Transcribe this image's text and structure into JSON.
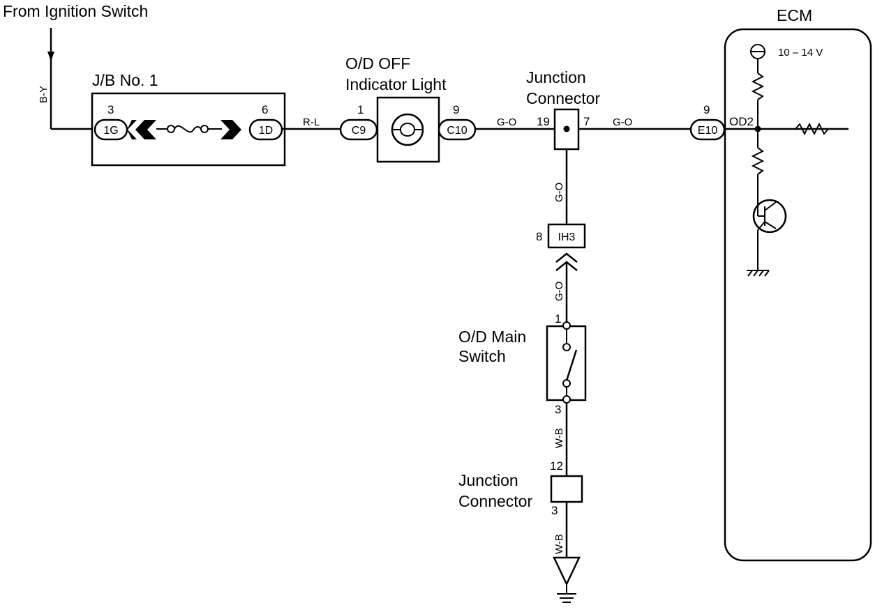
{
  "labels": {
    "from_ignition": "From Ignition Switch",
    "ecm": "ECM",
    "jb_title": "J/B No. 1",
    "od_off_line1": "O/D OFF",
    "od_off_line2": "Indicator Light",
    "junction_top_line1": "Junction",
    "junction_top_line2": "Connector",
    "od_main_line1": "O/D Main",
    "od_main_line2": "Switch",
    "junction_bottom_line1": "Junction",
    "junction_bottom_line2": "Connector",
    "voltage": "10 – 14 V",
    "od2": "OD2"
  },
  "wires": {
    "b_y": "B-Y",
    "r_l": "R-L",
    "g_o_1": "G-O",
    "g_o_2": "G-O",
    "g_o_vert_1": "G-O",
    "g_o_vert_2": "G-O",
    "w_b_1": "W-B",
    "w_b_2": "W-B"
  },
  "connectors": {
    "c_1g": "1G",
    "c_1d": "1D",
    "c_c9": "C9",
    "c_c10": "C10",
    "c_e10": "E10",
    "c_ih3": "IH3"
  },
  "pins": {
    "p_3_jb": "3",
    "p_6_jb": "6",
    "p_1_c9": "1",
    "p_9_c10": "9",
    "p_19": "19",
    "p_7": "7",
    "p_9_e10": "9",
    "p_8": "8",
    "p_1_sw": "1",
    "p_3_sw": "3",
    "p_12": "12",
    "p_3_jc": "3"
  }
}
